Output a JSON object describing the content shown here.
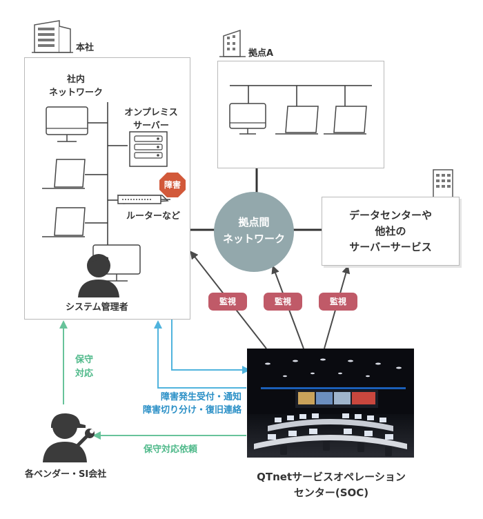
{
  "hq": {
    "title": "本社",
    "internal_net_line1": "社内",
    "internal_net_line2": "ネットワーク",
    "server_line1": "オンプレミス",
    "server_line2": "サーバー",
    "fault_badge": "障害",
    "router_label": "ルーターなど",
    "admin_label": "システム管理者"
  },
  "branch": {
    "title": "拠点A"
  },
  "hub": {
    "line1": "拠点間",
    "line2": "ネットワーク"
  },
  "datacenter": {
    "line1": "データセンターや",
    "line2": "他社の",
    "line3": "サーバーサービス"
  },
  "monitor_badges": [
    "監視",
    "監視",
    "監視"
  ],
  "soc": {
    "line1": "QTnetサービスオペレーション",
    "line2": "センター(SOC)"
  },
  "flows": {
    "maintenance_line1": "保守",
    "maintenance_line2": "対応",
    "incident_line1": "障害発生受付・通知",
    "incident_line2": "障害切り分け・復旧連絡",
    "request": "保守対応依頼"
  },
  "vendor": {
    "label": "各ベンダー・SI会社"
  },
  "colors": {
    "box_border": "#b9b9b9",
    "hub": "#93a8ac",
    "monitor": "#c05a68",
    "teal": "#4fb98a",
    "blue": "#4fb3dd",
    "dark": "#333333"
  }
}
